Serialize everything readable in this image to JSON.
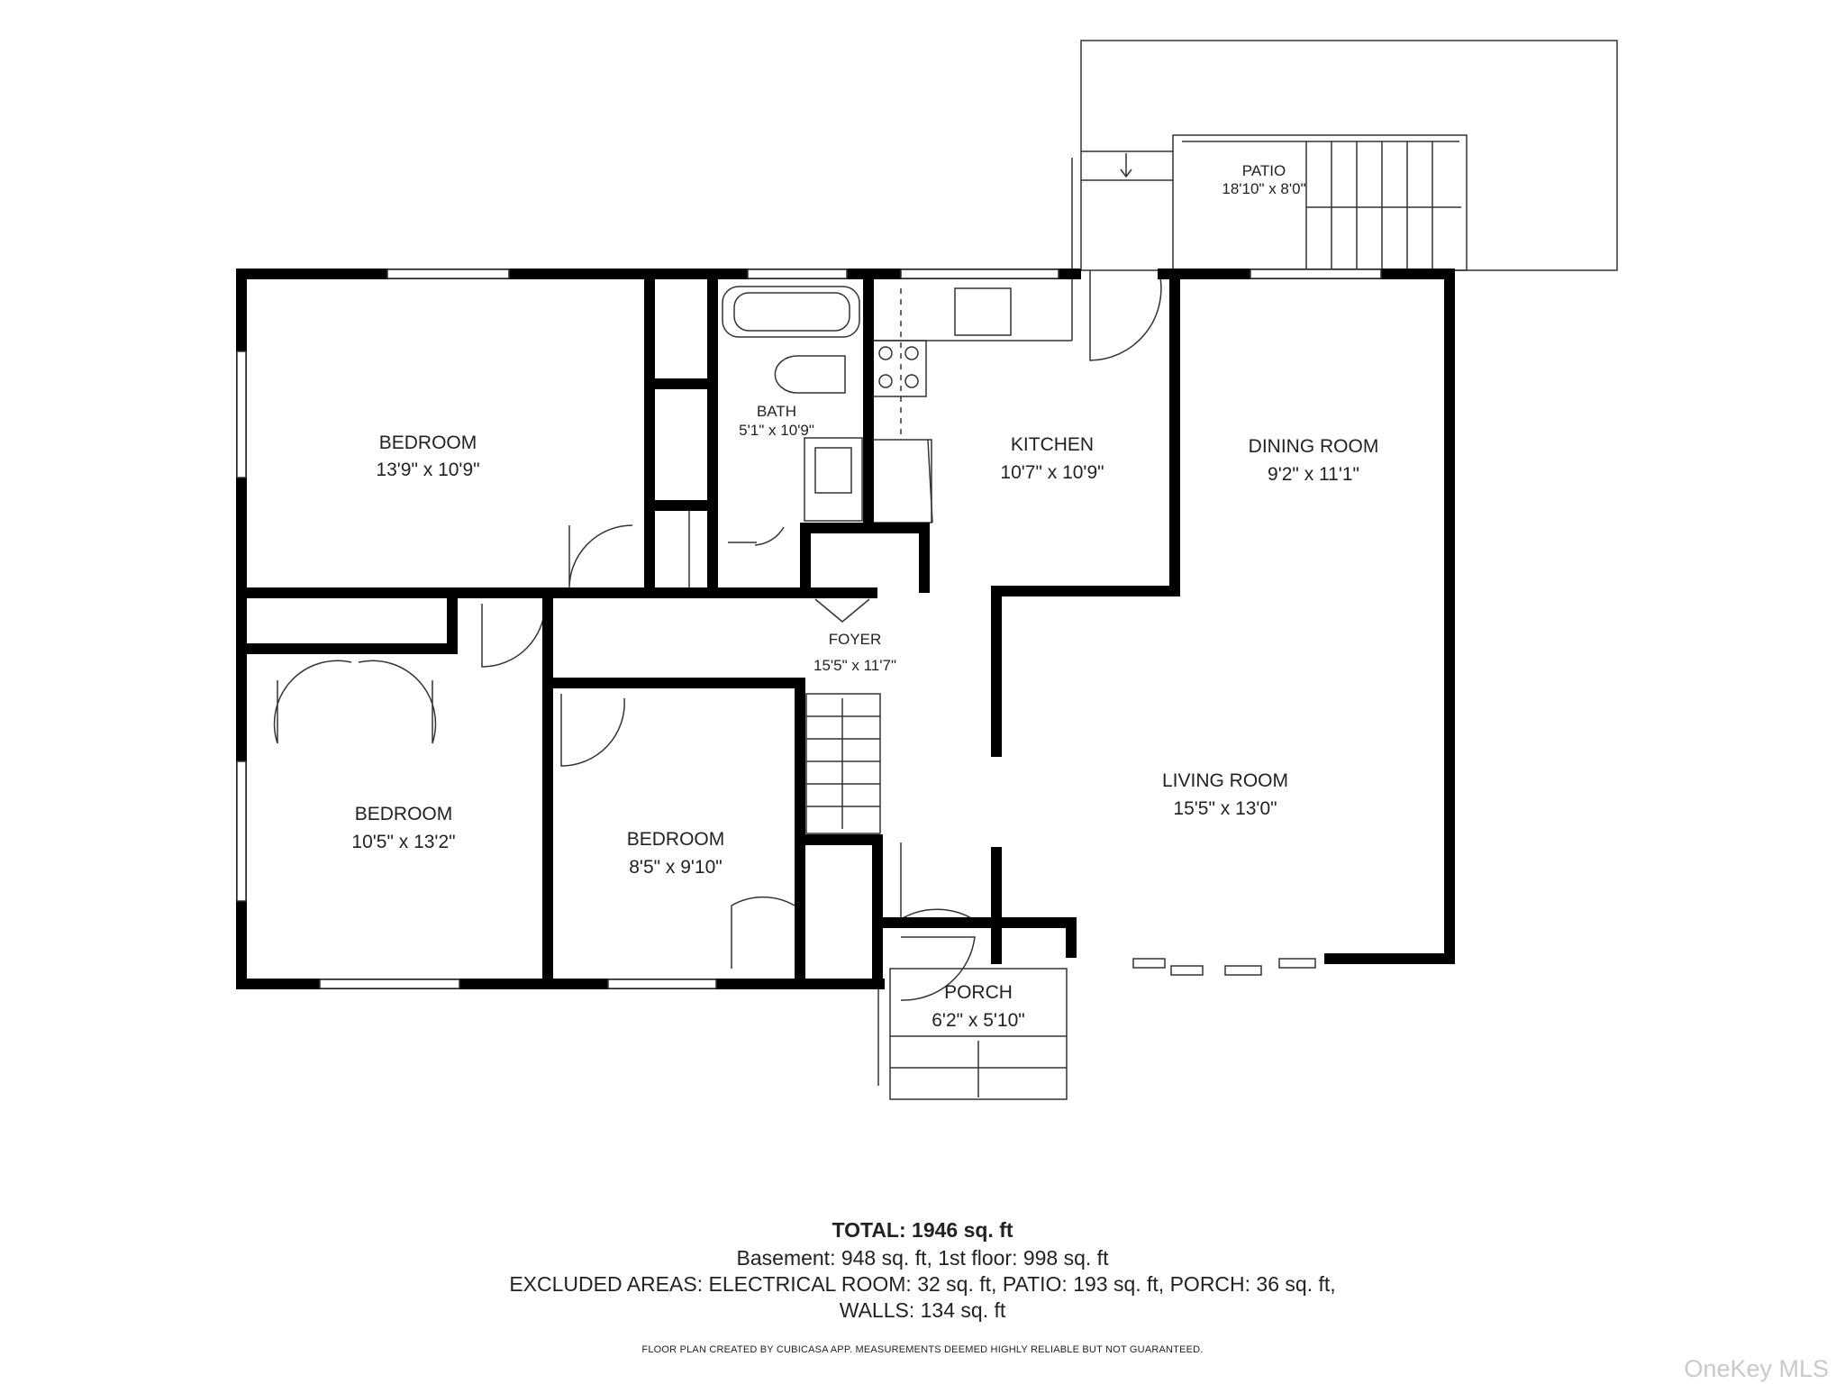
{
  "rooms": [
    {
      "name": "BEDROOM",
      "dims": "13'9\" x 10'9\""
    },
    {
      "name": "BATH",
      "dims": "5'1\" x 10'9\""
    },
    {
      "name": "KITCHEN",
      "dims": "10'7\" x 10'9\""
    },
    {
      "name": "DINING ROOM",
      "dims": "9'2\" x 11'1\""
    },
    {
      "name": "FOYER",
      "dims": "15'5\" x 11'7\""
    },
    {
      "name": "BEDROOM",
      "dims": "10'5\" x 13'2\""
    },
    {
      "name": "BEDROOM",
      "dims": "8'5\" x 9'10\""
    },
    {
      "name": "LIVING ROOM",
      "dims": "15'5\" x 13'0\""
    },
    {
      "name": "PORCH",
      "dims": "6'2\" x 5'10\""
    },
    {
      "name": "PATIO",
      "dims": "18'10\" x 8'0\""
    }
  ],
  "summary": {
    "total": "TOTAL: 1946 sq. ft",
    "line1": "Basement: 948 sq. ft, 1st floor: 998 sq. ft",
    "line2": "EXCLUDED AREAS: ELECTRICAL ROOM: 32 sq. ft, PATIO: 193 sq. ft, PORCH: 36 sq. ft,",
    "line3": "WALLS: 134 sq. ft",
    "disclaimer": "FLOOR PLAN CREATED BY CUBICASA APP. MEASUREMENTS DEEMED HIGHLY RELIABLE BUT NOT GUARANTEED."
  },
  "watermark": "OneKey MLS",
  "colors": {
    "wall": "#000000",
    "line": "#333333",
    "text": "#222222"
  }
}
